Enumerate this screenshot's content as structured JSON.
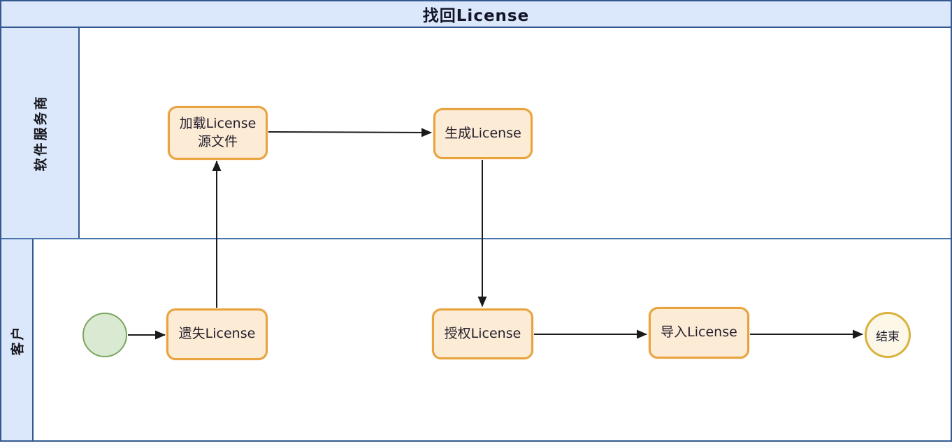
{
  "diagram": {
    "title": "找回License",
    "lanes": [
      {
        "label": "软件服务商"
      },
      {
        "label": "客户"
      }
    ],
    "nodes": [
      {
        "id": "start",
        "type": "start-event",
        "label": ""
      },
      {
        "id": "lost",
        "type": "task",
        "label": "遗失License"
      },
      {
        "id": "load",
        "type": "task",
        "label": "加载License源文件",
        "lines": [
          "加载License",
          "源文件"
        ]
      },
      {
        "id": "generate",
        "type": "task",
        "label": "生成License"
      },
      {
        "id": "authorize",
        "type": "task",
        "label": "授权License"
      },
      {
        "id": "import",
        "type": "task",
        "label": "导入License"
      },
      {
        "id": "end",
        "type": "end-event",
        "label": "结束"
      }
    ],
    "edges": [
      {
        "from": "start",
        "to": "lost"
      },
      {
        "from": "lost",
        "to": "load"
      },
      {
        "from": "load",
        "to": "generate"
      },
      {
        "from": "generate",
        "to": "authorize"
      },
      {
        "from": "authorize",
        "to": "import"
      },
      {
        "from": "import",
        "to": "end"
      }
    ],
    "colors": {
      "lane_fill": "#dbe8fb",
      "pool_border": "#35598f",
      "lane_divider": "#4a76ad",
      "task_fill": "#fcecd5",
      "task_border": "#e8a33f",
      "start_fill": "#d9e9d2",
      "start_border": "#7aa65f",
      "end_fill": "#fdf7e8",
      "end_border": "#d9b13b",
      "arrow": "#1a1a1a",
      "title_text": "#14142b"
    }
  }
}
